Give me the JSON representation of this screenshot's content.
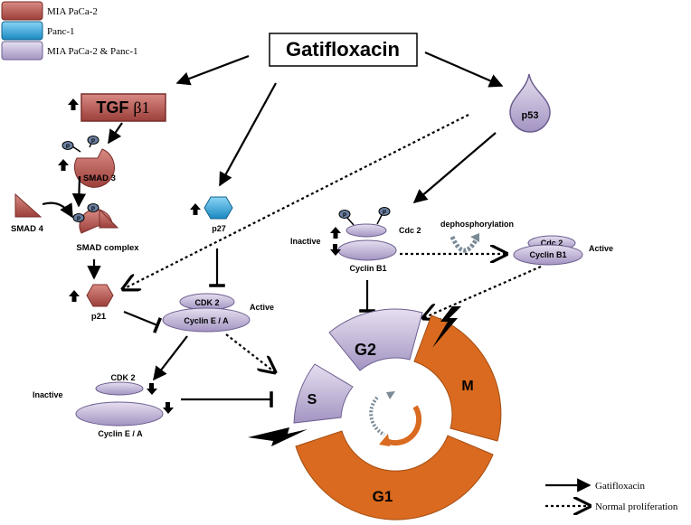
{
  "legend": {
    "items": [
      {
        "label": "MIA PaCa-2",
        "color": "#b5524d"
      },
      {
        "label": "Panc-1",
        "color": "#2fa5dc"
      },
      {
        "label": "MIA PaCa-2 & Panc-1",
        "color": "#b8a8d0"
      }
    ],
    "arrow_legend": {
      "solid": "Gatifloxacin",
      "dotted": "Normal proliferation"
    }
  },
  "title": "Gatifloxacin",
  "nodes": {
    "tgf_prefix": "TGF",
    "tgf_suffix": "β1",
    "smad3": "SMAD 3",
    "smad4": "SMAD 4",
    "smad_complex": "SMAD complex",
    "p21": "p21",
    "p27": "p27",
    "p53": "p53",
    "p_mark": "P",
    "cdk2": "CDK 2",
    "cyclin_ea": "Cyclin E / A",
    "cdc2": "Cdc 2",
    "cyclin_b1": "Cyclin B1",
    "active": "Active",
    "inactive": "Inactive",
    "dephosphorylation": "dephosphorylation"
  },
  "cycle": {
    "g1": "G1",
    "s": "S",
    "g2": "G2",
    "m": "M"
  },
  "colors": {
    "red": "#b5524d",
    "lavender": "#b8a8d0",
    "blue": "#2fa5dc",
    "orange": "#d96a1f"
  }
}
